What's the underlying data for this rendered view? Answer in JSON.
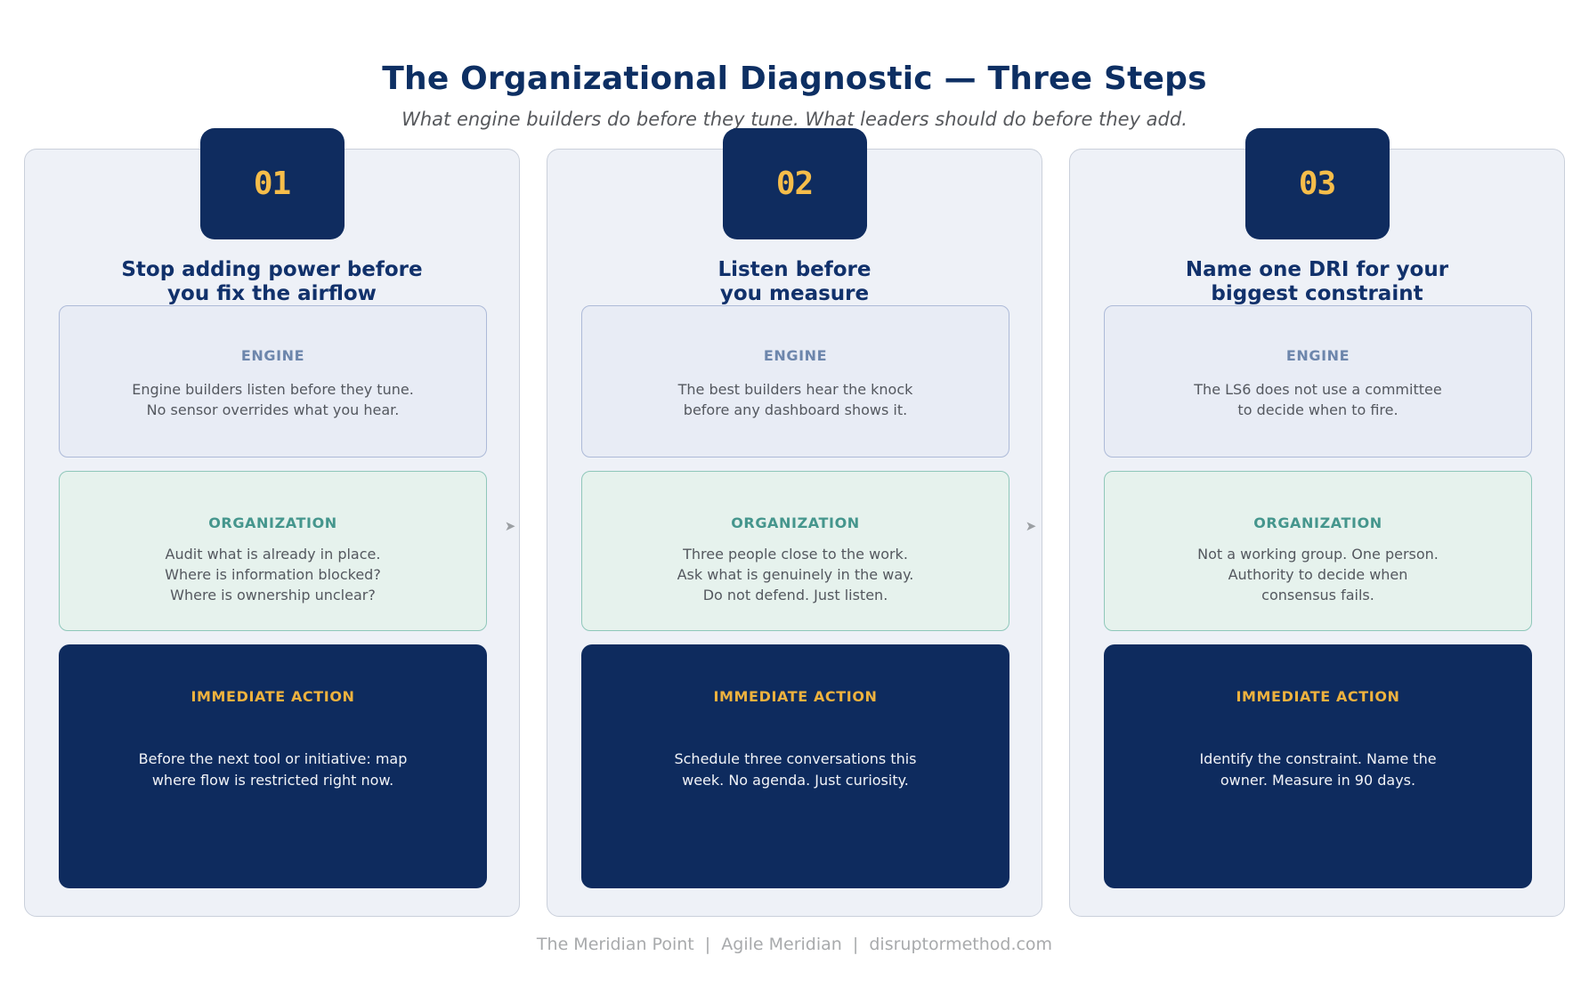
{
  "title": "The Organizational Diagnostic — Three Steps",
  "subtitle": "What engine builders do before they tune. What leaders should do before they add.",
  "arrow_icon": "➤",
  "footer": "The Meridian Point  |  Agile Meridian  |  disruptormethod.com",
  "palette": {
    "navy": "#0f2c5f",
    "gold": "#f3b842",
    "teal": "#45968d",
    "slate_blue": "#6d86ac",
    "card_bg": "#eef1f7",
    "engine_bg": "#e8ecf5",
    "org_bg": "#e6f2ed",
    "body_gray": "#54585f",
    "footer_gray": "#a8aaac"
  },
  "steps": [
    {
      "number": "01",
      "heading": "Stop adding power before\nyou fix the airflow",
      "engine_label": "ENGINE",
      "engine_text": "Engine builders listen before they tune.\nNo sensor overrides what you hear.",
      "organization_label": "ORGANIZATION",
      "organization_text": "Audit what is already in place.\nWhere is information blocked?\nWhere is ownership unclear?",
      "action_label": "IMMEDIATE ACTION",
      "action_text": "Before the next tool or initiative: map\nwhere flow is restricted right now."
    },
    {
      "number": "02",
      "heading": "Listen before\nyou measure",
      "engine_label": "ENGINE",
      "engine_text": "The best builders hear the knock\nbefore any dashboard shows it.",
      "organization_label": "ORGANIZATION",
      "organization_text": "Three people close to the work.\nAsk what is genuinely in the way.\nDo not defend. Just listen.",
      "action_label": "IMMEDIATE ACTION",
      "action_text": "Schedule three conversations this\nweek. No agenda. Just curiosity."
    },
    {
      "number": "03",
      "heading": "Name one DRI for your\nbiggest constraint",
      "engine_label": "ENGINE",
      "engine_text": "The LS6 does not use a committee\nto decide when to fire.",
      "organization_label": "ORGANIZATION",
      "organization_text": "Not a working group. One person.\nAuthority to decide when\nconsensus fails.",
      "action_label": "IMMEDIATE ACTION",
      "action_text": "Identify the constraint. Name the\nowner. Measure in 90 days."
    }
  ]
}
